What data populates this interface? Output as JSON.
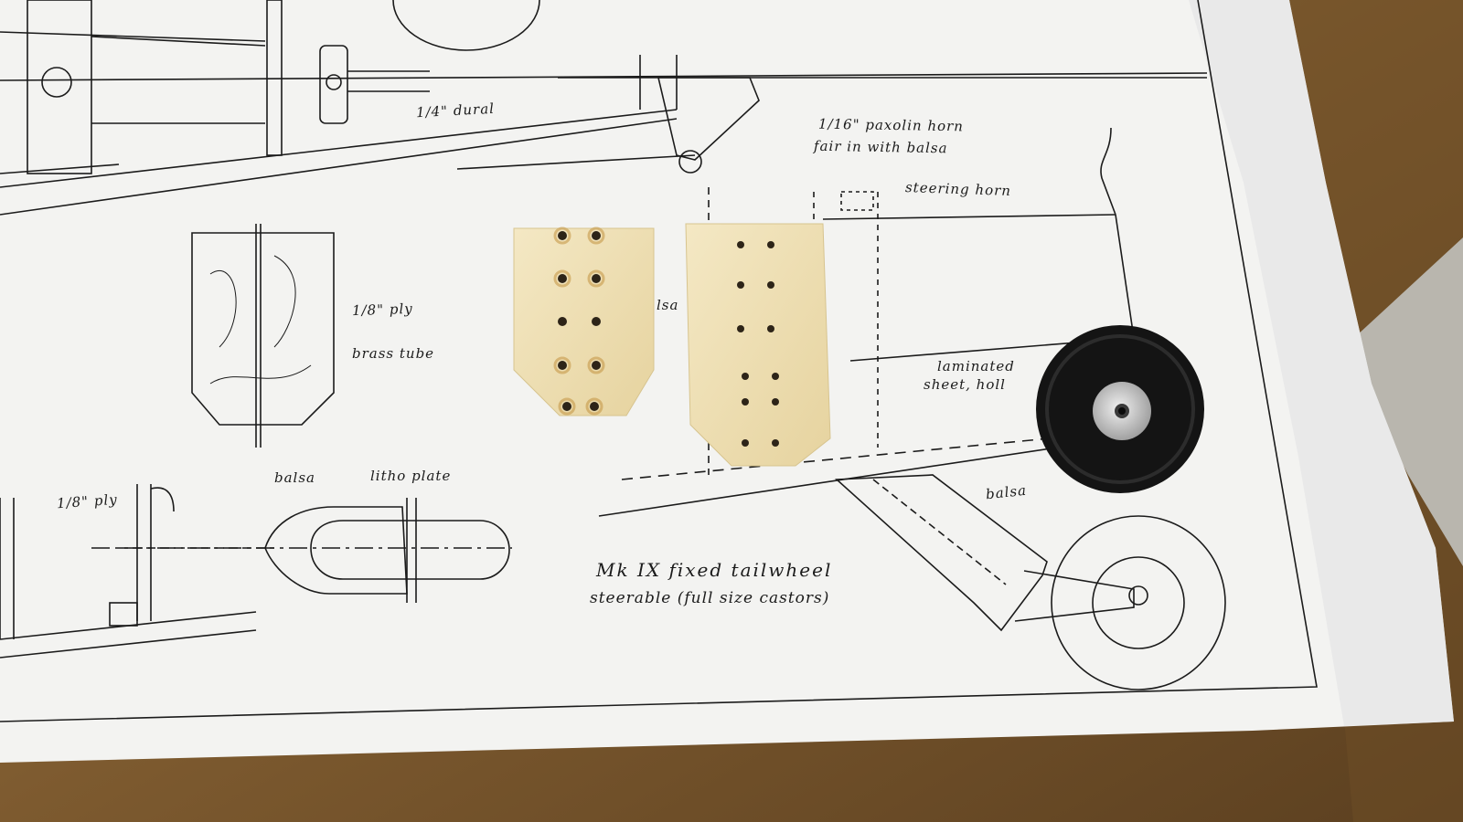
{
  "photo": {
    "subject": "model aircraft plan with tailwheel parts",
    "colors": {
      "table": "#8a6a3c",
      "paper": "#f3f3f1",
      "ink": "#1b1b1b",
      "plywood": "#efe0b4",
      "tyre": "#141414",
      "hub": "#c9c9c9"
    }
  },
  "annotations": {
    "dural": "1/4\" dural",
    "paxolin_horn": "1/16\" paxolin horn",
    "fair_in": "fair in with balsa",
    "steering_horn": "steering horn",
    "ply_eighth": "1/8\" ply",
    "brass_tube": "brass tube",
    "balsa_partial": "lsa",
    "laminated": "laminated",
    "sheet_hollow": "sheet, holl",
    "balsa_top": "balsa",
    "litho_plate": "litho plate",
    "ply_left": "1/8\" ply",
    "balsa_leg": "balsa",
    "caption_line1": "Mk IX fixed tailwheel",
    "caption_line2": "steerable (full size castors)"
  }
}
